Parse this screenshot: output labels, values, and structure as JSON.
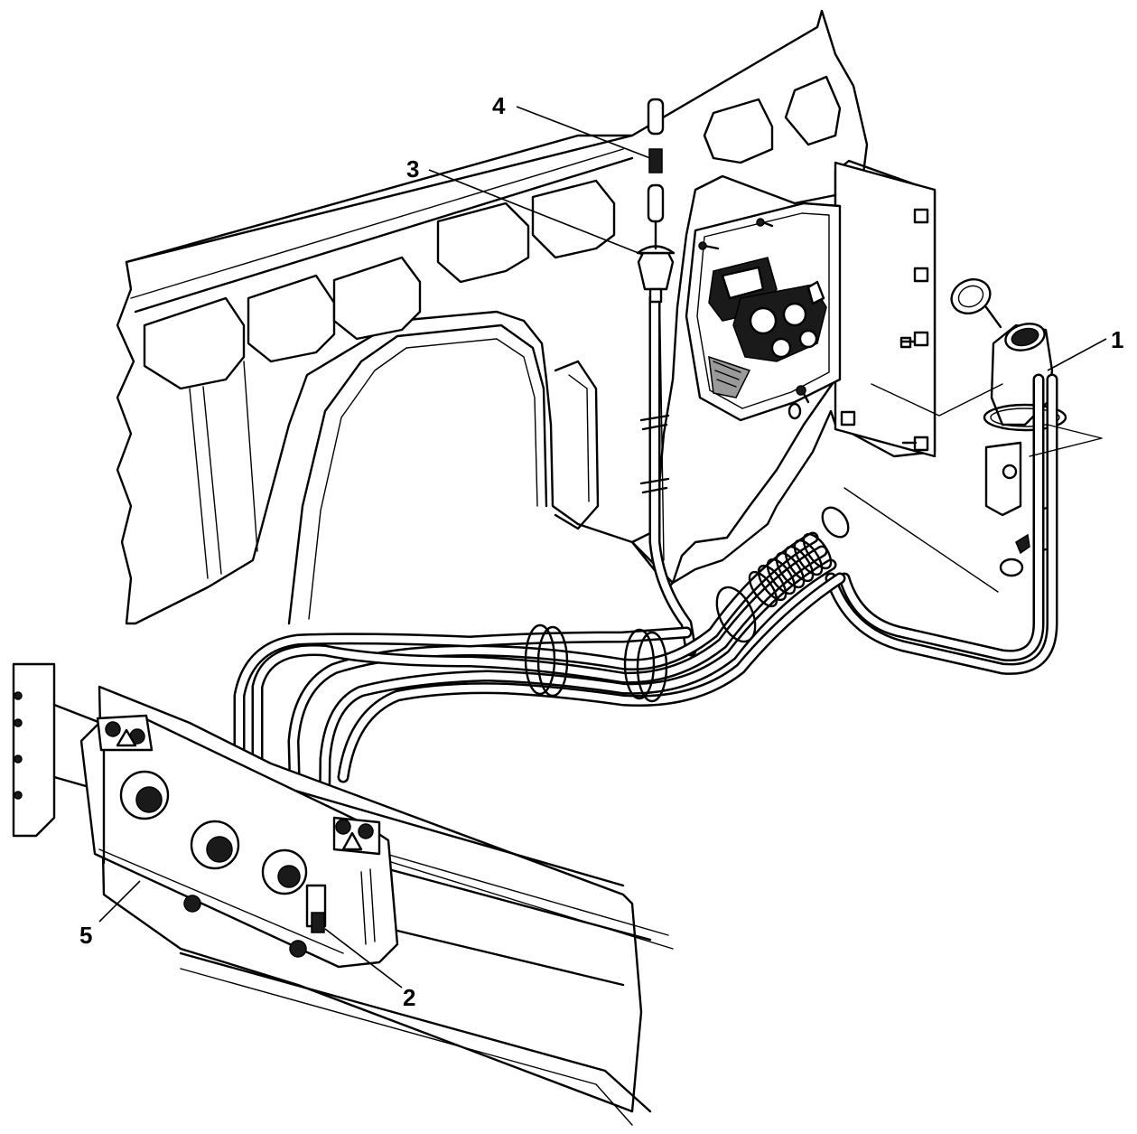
{
  "callouts": [
    {
      "id": "1",
      "label": "1"
    },
    {
      "id": "2",
      "label": "2"
    },
    {
      "id": "3",
      "label": "3"
    },
    {
      "id": "4",
      "label": "4"
    },
    {
      "id": "5",
      "label": "5"
    }
  ],
  "colors": {
    "ink": "#000000",
    "paper": "#ffffff",
    "shade": "#1a1a1a"
  }
}
